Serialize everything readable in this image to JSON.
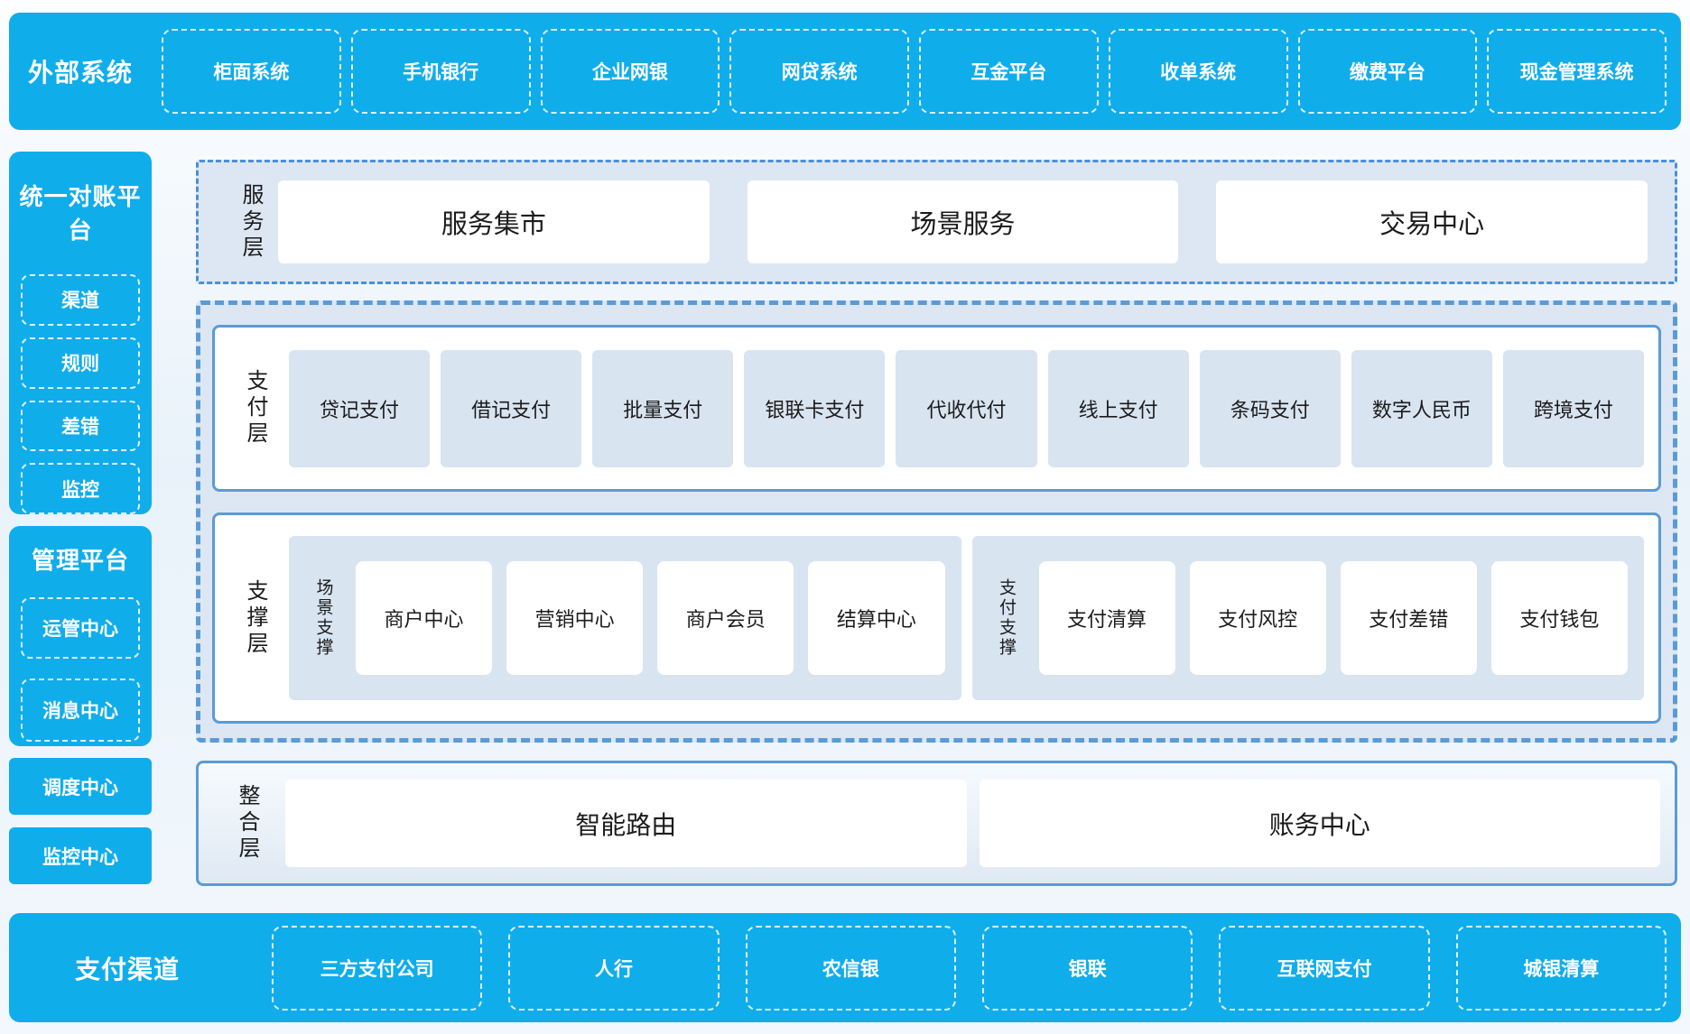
{
  "colors": {
    "bright_blue": "#10adeb",
    "panel_light": "#dde7f3",
    "item_light": "#d9e4f1",
    "border_blue": "#5b9bd5",
    "dash_dot_blue": "#4a90d9",
    "text_dark": "#1b1b1b",
    "text_white": "#ffffff"
  },
  "top_bar": {
    "title": "外部系统",
    "items": [
      "柜面系统",
      "手机银行",
      "企业网银",
      "网贷系统",
      "互金平台",
      "收单系统",
      "缴费平台",
      "现金管理系统"
    ]
  },
  "sidebar": {
    "reconcile": {
      "title": "统一对账平台",
      "items": [
        "渠道",
        "规则",
        "差错",
        "监控"
      ]
    },
    "management": {
      "title": "管理平台",
      "items": [
        "运管中心",
        "消息中心"
      ]
    },
    "dispatch_center": "调度中心",
    "monitor_center": "监控中心"
  },
  "service_layer": {
    "label": "服务层",
    "boxes": [
      "服务集市",
      "场景服务",
      "交易中心"
    ]
  },
  "payment_layer": {
    "label": "支付层",
    "boxes": [
      "贷记支付",
      "借记支付",
      "批量支付",
      "银联卡支付",
      "代收代付",
      "线上支付",
      "条码支付",
      "数字人民币",
      "跨境支付"
    ]
  },
  "support_layer": {
    "label": "支撑层",
    "groups": [
      {
        "label": "场景支撑",
        "boxes": [
          "商户中心",
          "营销中心",
          "商户会员",
          "结算中心"
        ]
      },
      {
        "label": "支付支撑",
        "boxes": [
          "支付清算",
          "支付风控",
          "支付差错",
          "支付钱包"
        ]
      }
    ]
  },
  "integration_layer": {
    "label": "整合层",
    "boxes": [
      "智能路由",
      "账务中心"
    ]
  },
  "bottom_bar": {
    "title": "支付渠道",
    "items": [
      "三方支付公司",
      "人行",
      "农信银",
      "银联",
      "互联网支付",
      "城银清算"
    ]
  }
}
